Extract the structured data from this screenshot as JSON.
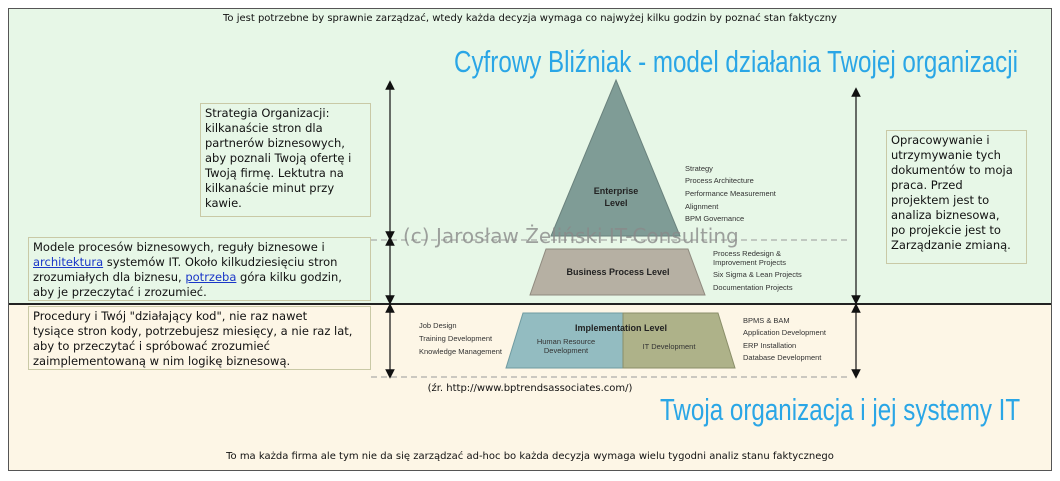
{
  "top_caption": "To jest potrzebne by sprawnie zarządzać, wtedy każda decyzja wymaga co najwyżej kilku godzin by poznać stan faktyczny",
  "bottom_caption": "To ma każda firma ale tym nie da się zarządzać ad-hoc bo każda decyzja wymaga wielu tygodni analiz stanu faktycznego",
  "title_top": "Cyfrowy Bliźniak - model działania Twojej organizacji",
  "title_bottom": "Twoja organizacja i jej systemy IT",
  "watermark": "(c) Jarosław Żeliński IT-Consulting",
  "source": "(źr. http://www.bptrendsassociates.com/)",
  "notes": {
    "strategy": "Strategia Organizacji:\nkilkanaście stron dla\npartnerów biznesowych,\naby poznali Twoją ofertę i\nTwoją firmę. Lektutra na\nkilkanaście minut przy\nkawie.",
    "models_a": "Modele procesów biznesowych, reguły biznesowe i ",
    "models_link1": "architektura",
    "models_b": " systemów IT. Około kilkudziesięciu stron zrozumiałych dla biznesu, ",
    "models_link2": "potrzeba",
    "models_c": " góra kilku godzin, aby je przeczytać i zrozumieć.",
    "code": "Procedury i Twój \"działający kod\", nie raz nawet\ntysiące stron kody, potrzebujesz miesięcy, a nie raz lat,\naby to przeczytać i spróbować zrozumieć\nzaimplementowaną w nim logikę biznesową.",
    "right": "Opracowywanie i\nutrzymywanie tych\ndokumentów to moja\npraca. Przed\nprojektem jest to\nanaliza biznesowa,\npo projekcie jest to\nZarządzanie zmianą."
  },
  "pyramid": {
    "enterprise": {
      "title_1": "Enterprise",
      "title_2": "Level",
      "items": [
        "Strategy",
        "Process Architecture",
        "Performance Measurement",
        "Alignment",
        "BPM Governance"
      ]
    },
    "business": {
      "title": "Business Process Level",
      "items": [
        "Process Redesign &",
        "Improvement Projects",
        "Six Sigma & Lean Projects",
        "Documentation Projects"
      ]
    },
    "implementation": {
      "title": "Implementation Level",
      "hr_1": "Human Resource",
      "hr_2": "Development",
      "it": "IT Development",
      "left_items": [
        "Job Design",
        "Training Development",
        "Knowledge Management"
      ],
      "right_items": [
        "BPMS & BAM",
        "Application Development",
        "ERP Installation",
        "Database Development"
      ]
    }
  },
  "colors": {
    "enterprise": "#7f9c96",
    "business": "#b6b0a3",
    "hr": "#93bcc1",
    "it": "#aeb289",
    "title": "#2aa6e6"
  }
}
